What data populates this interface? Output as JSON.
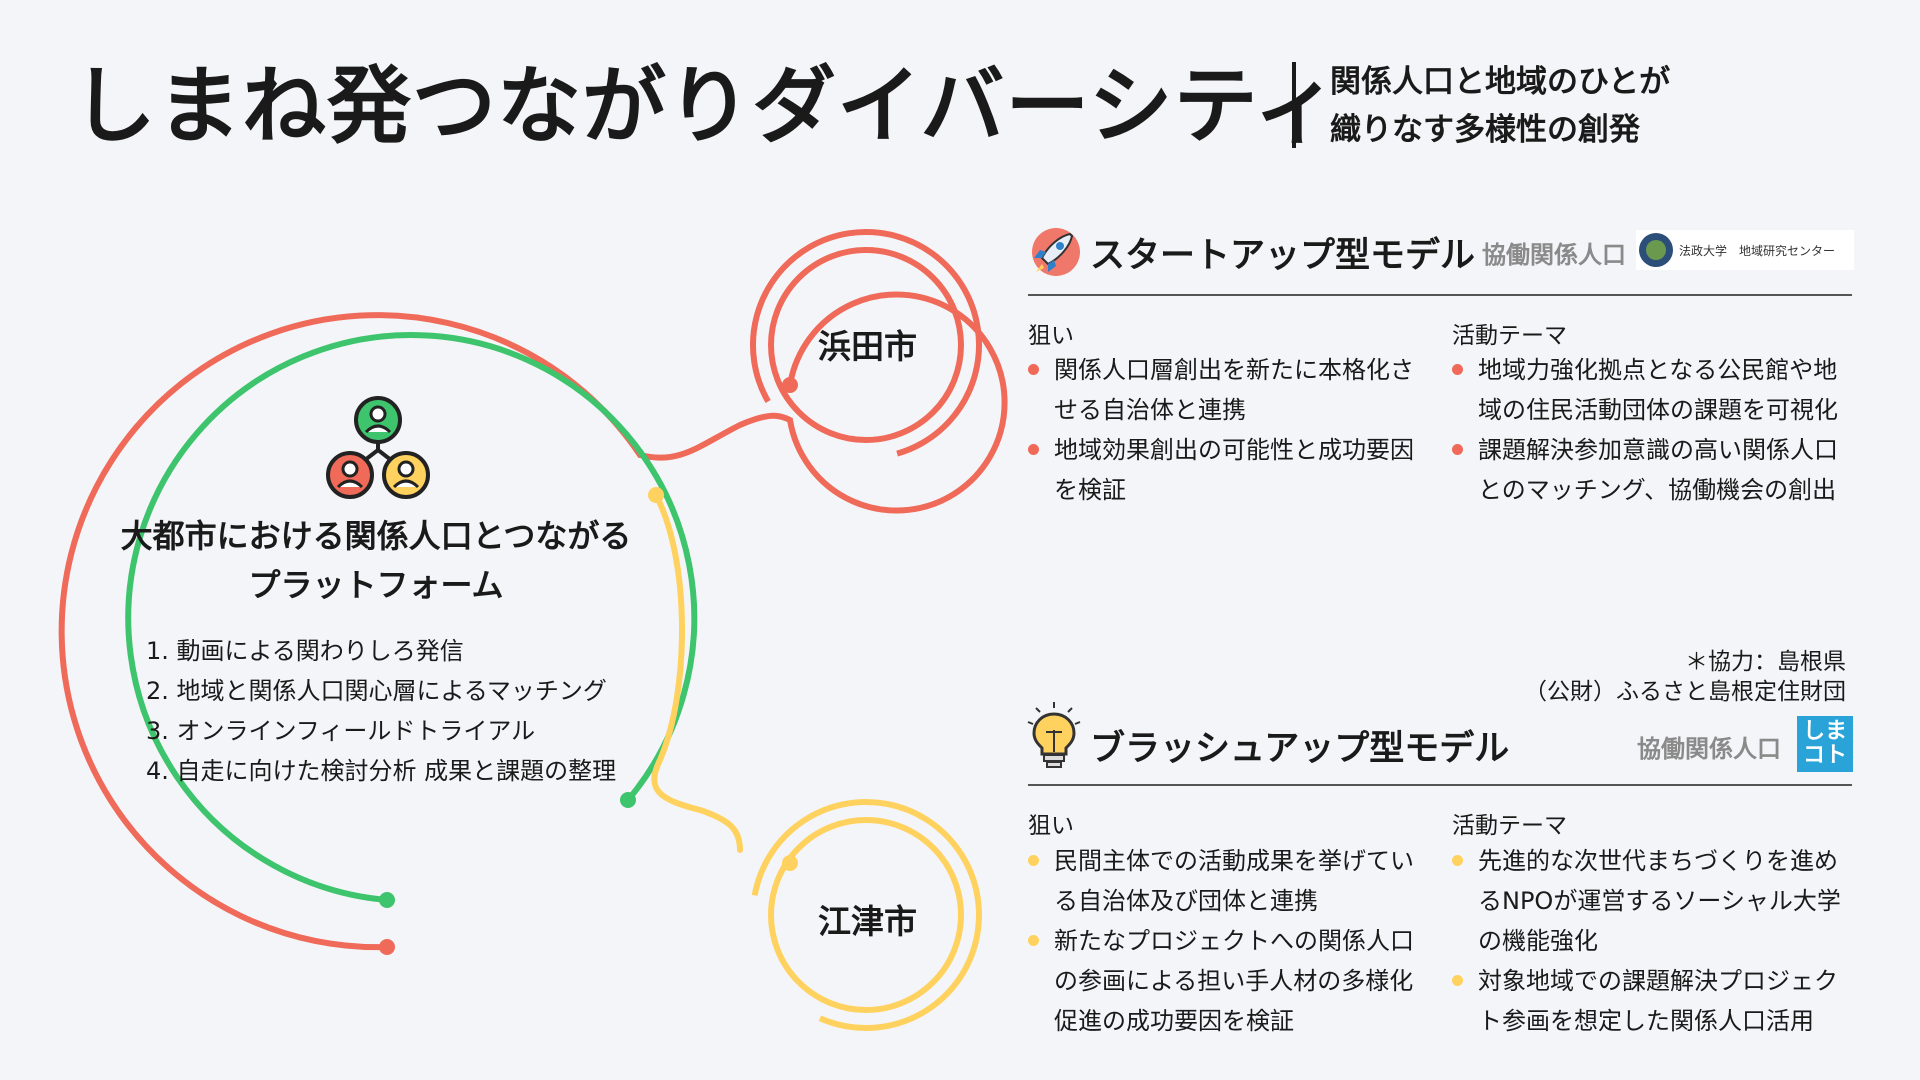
{
  "header": {
    "title": "しまね発つながりダイバーシティ",
    "subtitle_line1": "関係人口と地域のひとが",
    "subtitle_line2": "織りなす多様性の創発"
  },
  "cities": {
    "hamada": "浜田市",
    "gotsu": "江津市"
  },
  "hub": {
    "title_line1": "大都市における関係人口とつながる",
    "title_line2": "プラットフォーム",
    "items": [
      "1. 動画による関わりしろ発信",
      "2. 地域と関係人口関心層によるマッチング",
      "3. オンラインフィールドトライアル",
      "4. 自走に向けた検討分析 成果と課題の整理"
    ]
  },
  "startup_model": {
    "title": "スタートアップ型モデル",
    "partner_label": "協働関係人口",
    "partner_logo_text": "法政大学　地域研究センター",
    "aim_label": "狙い",
    "theme_label": "活動テーマ",
    "aims": [
      [
        "関係人口層創出を新たに本格化さ",
        "せる自治体と連携"
      ],
      [
        "地域効果創出の可能性と成功要因",
        "を検証"
      ]
    ],
    "themes": [
      [
        "地域力強化拠点となる公民館や地",
        "域の住民活動団体の課題を可視化"
      ],
      [
        "課題解決参加意識の高い関係人口",
        "とのマッチング、協働機会の創出"
      ]
    ]
  },
  "note": {
    "line1": "＊協力：島根県",
    "line2": "（公財）ふるさと島根定住財団"
  },
  "brushup_model": {
    "title": "ブラッシュアップ型モデル",
    "partner_label": "協働関係人口",
    "partner_logo_text": "しまコト",
    "aim_label": "狙い",
    "theme_label": "活動テーマ",
    "aims": [
      [
        "民間主体での活動成果を挙げてい",
        "る自治体及び団体と連携"
      ],
      [
        "新たなプロジェクトへの関係人口",
        "の参画による担い手人材の多様化",
        "促進の成功要因を検証"
      ]
    ],
    "themes": [
      [
        "先進的な次世代まちづくりを進め",
        "るNPOが運営するソーシャル大学",
        "の機能強化"
      ],
      [
        "対象地域での課題解決プロジェク",
        "ト参画を想定した関係人口活用"
      ]
    ]
  },
  "colors": {
    "red": "#f06a5a",
    "green": "#3ec46d",
    "yellow": "#ffd25f",
    "text": "#1a1a1a"
  },
  "icons": {
    "startup": "rocket-icon",
    "brushup": "lightbulb-icon",
    "hub": "people-network-icon"
  }
}
